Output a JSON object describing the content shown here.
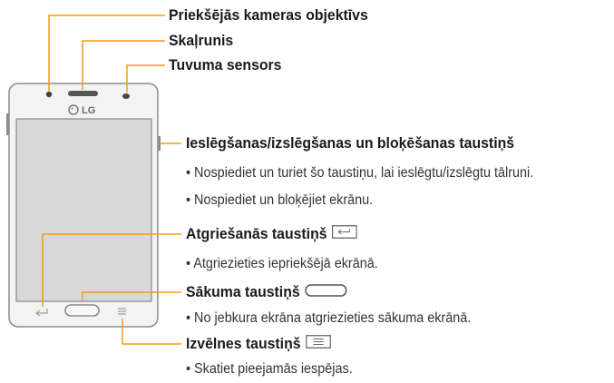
{
  "colors": {
    "accent_line": "#f39c12",
    "phone_body": "#f3f3f3",
    "phone_border": "#8c8c8c",
    "screen": "#d8d8d8"
  },
  "phone": {
    "logo": "LG",
    "logo_icon": "lg-logo-icon"
  },
  "labels": {
    "front_camera": "Priekšējās kameras objektīvs",
    "speaker": "Skaļrunis",
    "proximity_sensor": "Tuvuma sensors",
    "power_key": {
      "title": "Ieslēgšanas/izslēgšanas un bloķēšanas taustiņš",
      "bullets": [
        "Nospiediet un turiet šo taustiņu, lai ieslēgtu/izslēgtu tālruni.",
        "Nospiediet un bloķējiet ekrānu."
      ]
    },
    "back_key": {
      "title": "Atgriešanās taustiņš",
      "icon": "back-arrow-icon",
      "bullets": [
        "Atgriezieties iepriekšējā ekrānā."
      ]
    },
    "home_key": {
      "title": "Sākuma taustiņš",
      "icon": "home-pill-icon",
      "bullets": [
        "No jebkura ekrāna atgriezieties sākuma ekrānā."
      ]
    },
    "menu_key": {
      "title": "Izvēlnes taustiņš",
      "icon": "menu-lines-icon",
      "bullets": [
        "Skatiet pieejamās iespējas."
      ]
    }
  }
}
